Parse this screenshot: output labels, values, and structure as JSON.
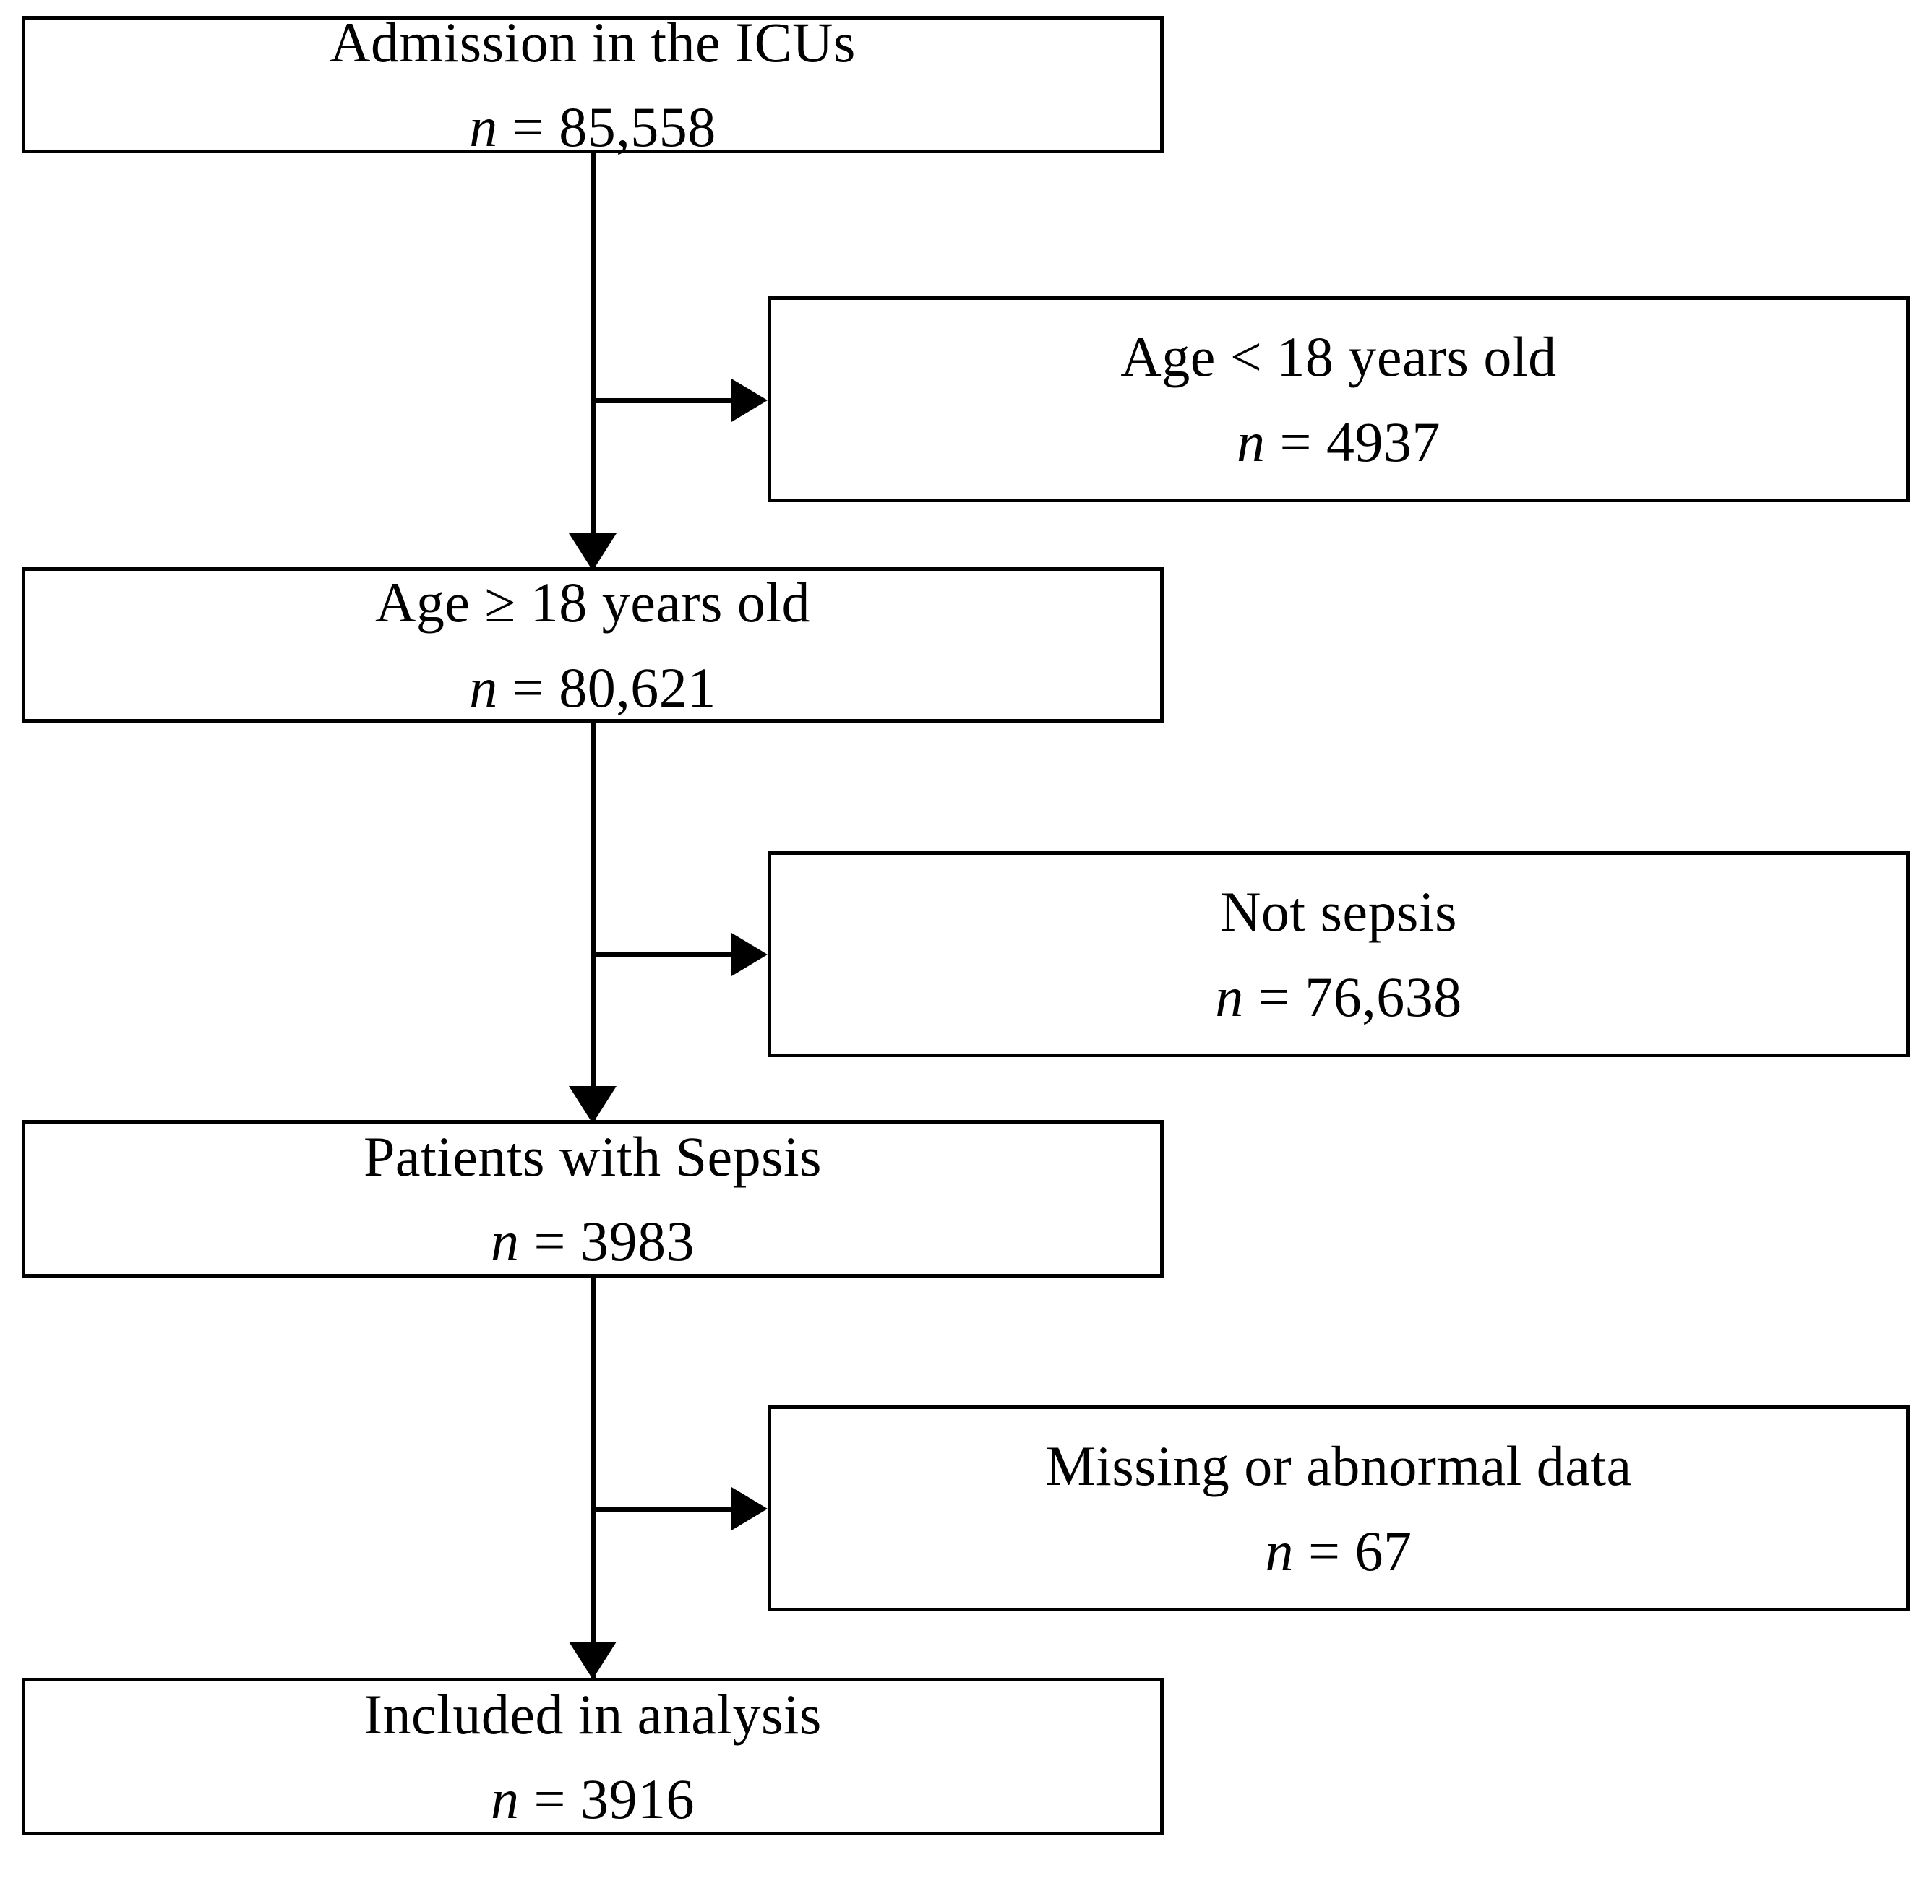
{
  "figure": {
    "type": "flowchart",
    "description": "CONSORT-style patient selection flow diagram",
    "orientation": "top-to-bottom with right-side exclusion branches",
    "background_color": "#ffffff",
    "line_color": "#000000",
    "text_color": "#000000"
  },
  "main_nodes": [
    {
      "id": "admission",
      "label": "Admission in the ICUs",
      "count_prefix": "n",
      "count_equals": " = ",
      "count_value": "85,558",
      "n_value": 85558
    },
    {
      "id": "age-18-plus",
      "label": "Age ≥ 18 years old",
      "count_prefix": "n",
      "count_equals": " = ",
      "count_value": "80,621",
      "n_value": 80621
    },
    {
      "id": "patients-with-sepsis",
      "label": "Patients with Sepsis",
      "count_prefix": "n",
      "count_equals": " = ",
      "count_value": "3983",
      "n_value": 3983
    },
    {
      "id": "included-in-analysis",
      "label": "Included in analysis",
      "count_prefix": "n",
      "count_equals": " = ",
      "count_value": "3916",
      "n_value": 3916
    }
  ],
  "exclusion_nodes": [
    {
      "id": "age-under-18",
      "label": "Age < 18 years old",
      "count_prefix": "n",
      "count_equals": " = ",
      "count_value": "4937",
      "n_value": 4937
    },
    {
      "id": "not-sepsis",
      "label": "Not sepsis",
      "count_prefix": "n",
      "count_equals": " = ",
      "count_value": "76,638",
      "n_value": 76638
    },
    {
      "id": "missing-abnormal-data",
      "label": "Missing or abnormal data",
      "count_prefix": "n",
      "count_equals": " = ",
      "count_value": "67",
      "n_value": 67
    }
  ],
  "edges": [
    {
      "from": "admission",
      "to": "age-18-plus",
      "kind": "down-arrow"
    },
    {
      "from": "admission",
      "to": "age-under-18",
      "kind": "right-arrow"
    },
    {
      "from": "age-18-plus",
      "to": "patients-with-sepsis",
      "kind": "down-arrow"
    },
    {
      "from": "age-18-plus",
      "to": "not-sepsis",
      "kind": "right-arrow"
    },
    {
      "from": "patients-with-sepsis",
      "to": "included-in-analysis",
      "kind": "down-arrow"
    },
    {
      "from": "patients-with-sepsis",
      "to": "missing-abnormal-data",
      "kind": "right-arrow"
    }
  ]
}
